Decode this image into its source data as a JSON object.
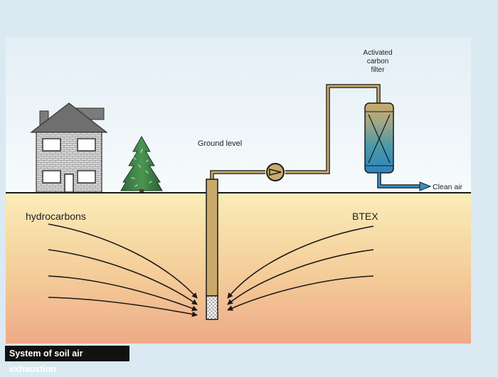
{
  "labels": {
    "ground_level": "Ground level",
    "filter_line1": "Activated",
    "filter_line2": "carbon",
    "filter_line3": "filter",
    "clean_air": "Clean air",
    "hydrocarbons": "hydrocarbons",
    "btex": "BTEX"
  },
  "caption": "System of soil air exhaustion",
  "colors": {
    "pipe": "#c9a96b",
    "soil_top": "#faedb8",
    "soil_bottom": "#eeaa88",
    "sky_top": "#e3eef5",
    "sky_bottom": "#f7fbfc",
    "outlet": "#3b8fc6"
  }
}
